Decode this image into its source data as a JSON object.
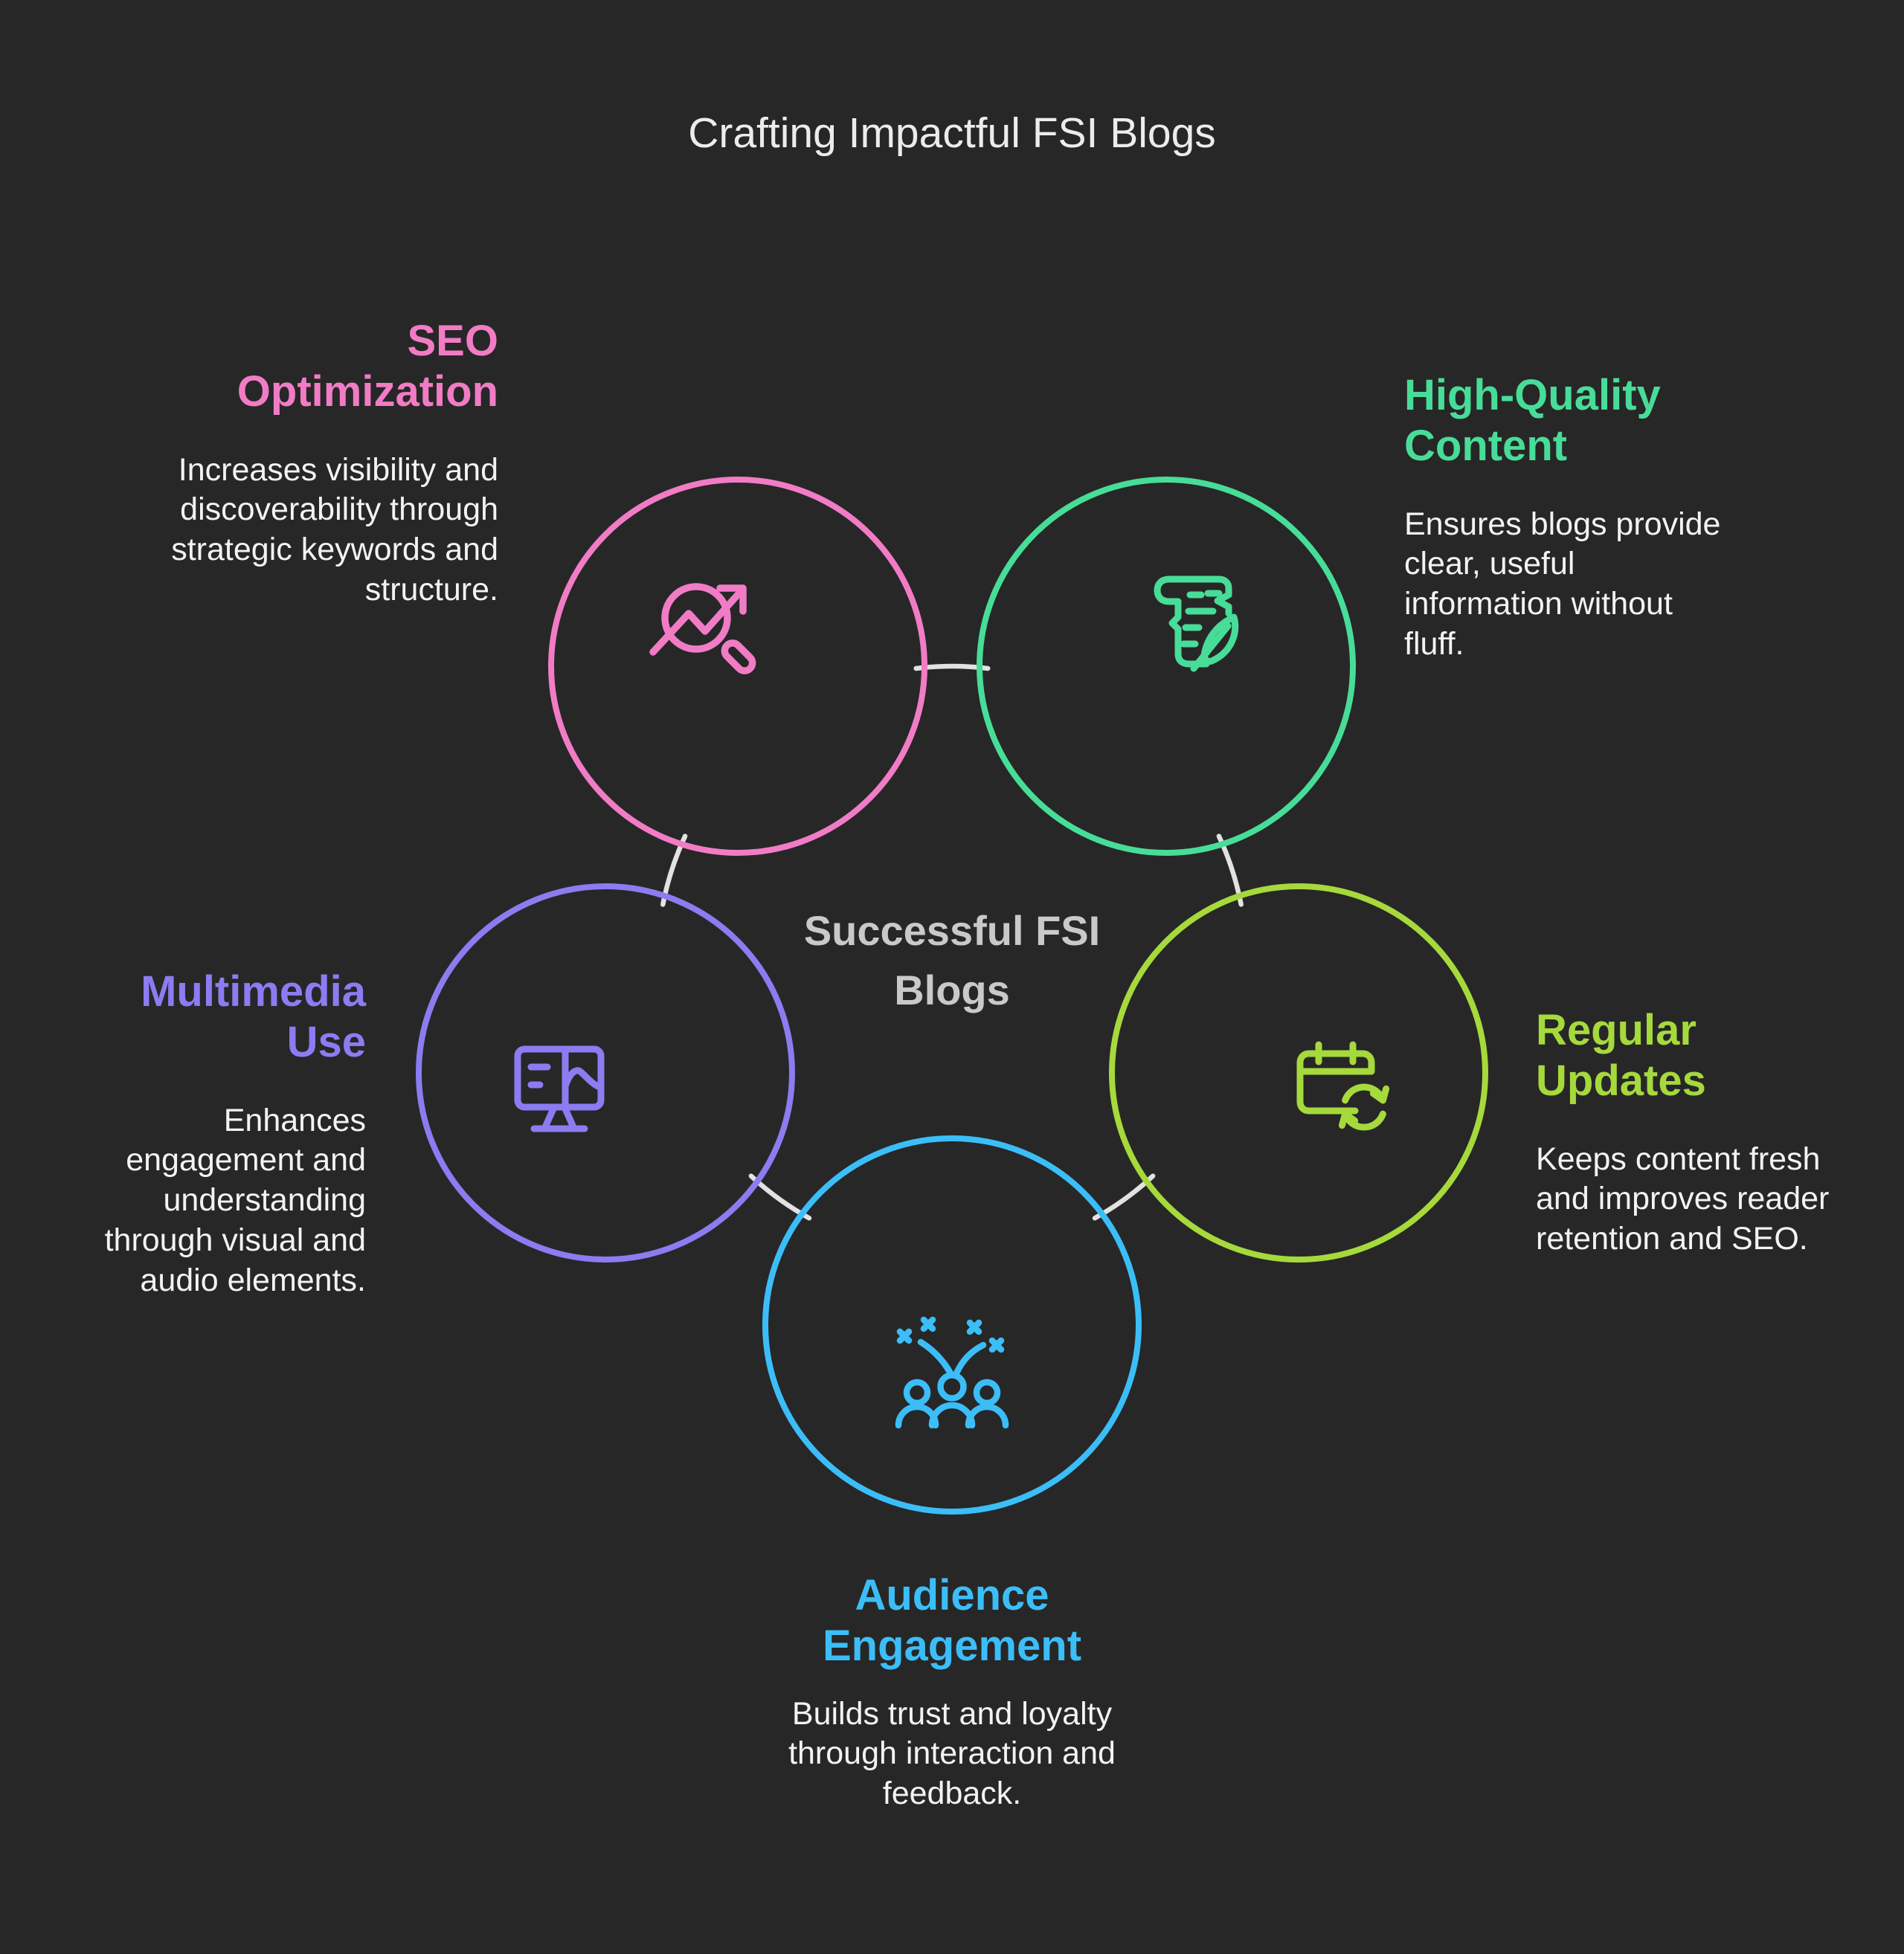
{
  "title": "Crafting Impactful FSI Blogs",
  "center_label": "Successful FSI Blogs",
  "colors": {
    "background": "#272727",
    "title_text": "#ececec",
    "center_text": "#c9c9c9",
    "body_text": "#f3f3f3",
    "connector_ring": "#e2e2e2"
  },
  "sections": [
    {
      "id": "seo-optimization",
      "heading": "SEO Optimization",
      "body": "Increases visibility and discoverability through strategic keywords and structure.",
      "color": "#f17cc5",
      "icon": "search-trend-icon"
    },
    {
      "id": "high-quality-content",
      "heading": "High-Quality Content",
      "body": "Ensures blogs provide clear, useful information without fluff.",
      "color": "#47dd98",
      "icon": "scroll-quill-icon"
    },
    {
      "id": "regular-updates",
      "heading": "Regular Updates",
      "body": "Keeps content fresh and improves reader retention and SEO.",
      "color": "#a6d93c",
      "icon": "calendar-refresh-icon"
    },
    {
      "id": "multimedia-use",
      "heading": "Multimedia Use",
      "body": "Enhances engagement and understanding through visual and audio elements.",
      "color": "#8b7cf2",
      "icon": "monitor-media-icon"
    },
    {
      "id": "audience-engagement",
      "heading": "Audience Engagement",
      "body": "Builds trust and loyalty through interaction and feedback.",
      "color": "#3bbef8",
      "icon": "audience-celebration-icon"
    }
  ]
}
